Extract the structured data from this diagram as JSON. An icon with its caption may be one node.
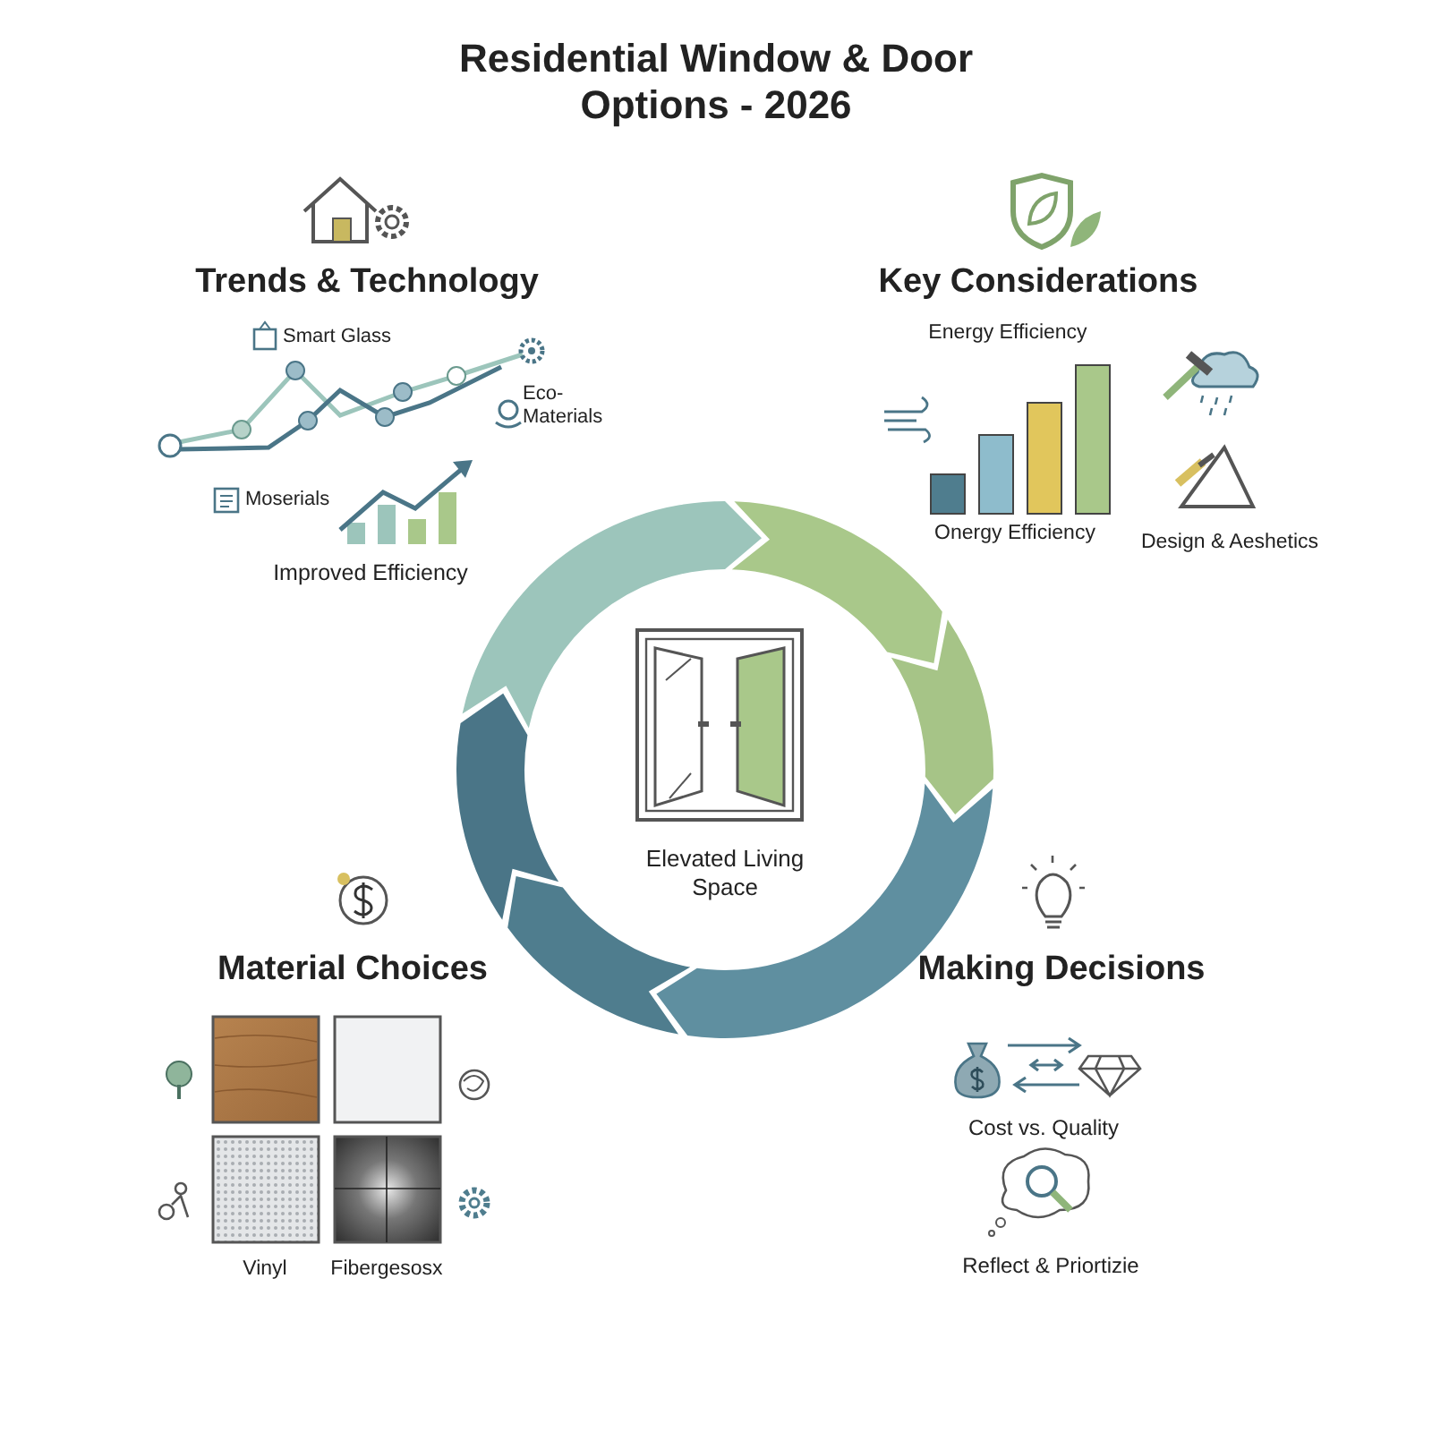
{
  "diagram": {
    "title": "Residential Window & Door Options - 2026",
    "labels": [
      "Trends & Technology",
      "Smart Glass",
      "Eco-Materials",
      "Moserials",
      "Improved Efficiency",
      "Key Considerations",
      "Energy Efficiency",
      "Onergy Efficiency",
      "Design & Aeshetics",
      "Elevated Living Space",
      "Material Choices",
      "Vinyl",
      "Fibergesosx",
      "Making Decisions",
      "Cost vs. Quality",
      "Reflect & Priortizie"
    ]
  }
}
